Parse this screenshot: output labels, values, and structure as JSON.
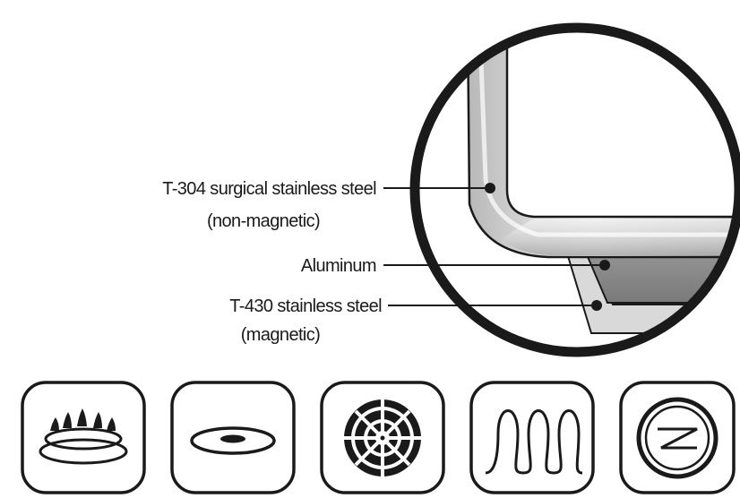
{
  "labels": {
    "surgical_steel_line1": "T-304 surgical stainless steel",
    "surgical_steel_line2": "(non-magnetic)",
    "aluminum": "Aluminum",
    "steel_430_line1": "T-430 stainless steel",
    "steel_430_line2": "(magnetic)"
  },
  "icons": [
    "gas-burner-icon",
    "electric-hot-plate-icon",
    "halogen-radiant-icon",
    "induction-coil-icon",
    "ceramic-glass-icon"
  ],
  "colors": {
    "ink": "#1a1a1a",
    "steel_light": "#eeeeee",
    "steel_mid": "#c8c8c8",
    "aluminum": "#8a8a8a",
    "background": "#ffffff"
  }
}
